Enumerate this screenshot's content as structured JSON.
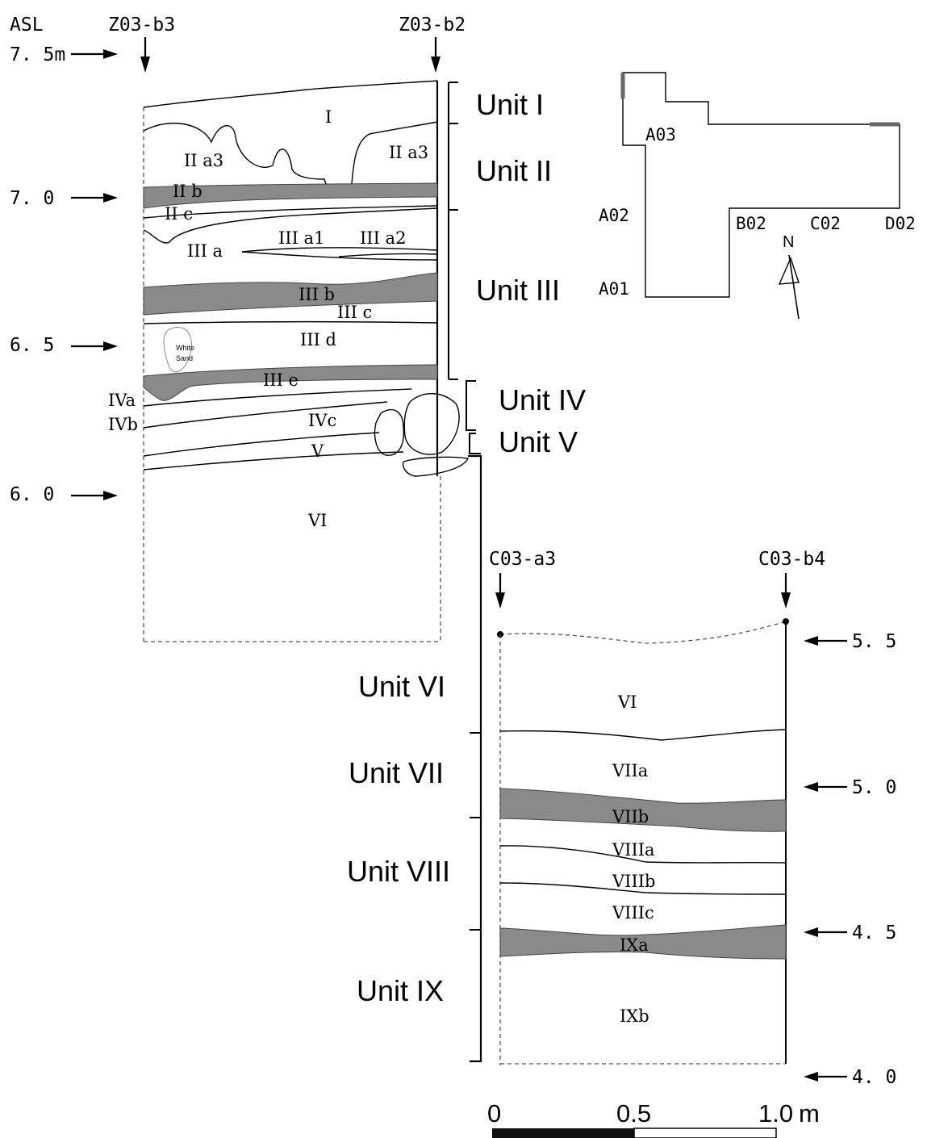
{
  "elevation_axis": {
    "title": "ASL",
    "upper_labels": [
      "7. 5m",
      "7. 0",
      "6. 5",
      "6. 0"
    ],
    "lower_labels": [
      "5. 5",
      "5. 0",
      "4. 5",
      "4. 0"
    ]
  },
  "upper_section": {
    "left_point": "Z03-b3",
    "right_point": "Z03-b2",
    "layers": [
      "I",
      "II a3",
      "II a3",
      "II b",
      "II c",
      "III a",
      "III a1",
      "III a2",
      "III b",
      "III c",
      "III d",
      "III e",
      "IVa",
      "IVb",
      "IVc",
      "V",
      "VI"
    ],
    "white_sand": [
      "White",
      "Sand"
    ]
  },
  "lower_section": {
    "left_point": "C03-a3",
    "right_point": "C03-b4",
    "layers": [
      "VI",
      "VIIa",
      "VIIb",
      "VIIIa",
      "VIIIb",
      "VIIIc",
      "IXa",
      "IXb"
    ]
  },
  "units": [
    "Unit I",
    "Unit II",
    "Unit III",
    "Unit IV",
    "Unit V",
    "Unit VI",
    "Unit VII",
    "Unit VIII",
    "Unit IX"
  ],
  "plan": {
    "labels": [
      "A03",
      "A02",
      "A01",
      "B02",
      "C02",
      "D02"
    ],
    "north": "N"
  },
  "scale_bar": {
    "ticks": [
      "0",
      "0.5",
      "1.0",
      "m"
    ]
  }
}
